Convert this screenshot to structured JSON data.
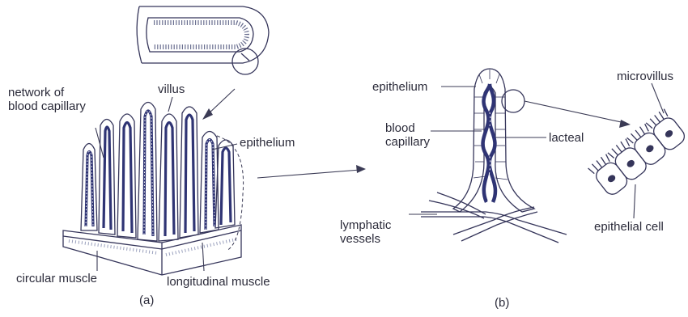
{
  "labels": {
    "network_of_blood_capillary": [
      "network of",
      "blood capillary"
    ],
    "villus": "villus",
    "epithelium_a": "epithelium",
    "circular_muscle": "circular muscle",
    "longitudinal_muscle": "longitudinal muscle",
    "caption_a": "(a)",
    "epithelium_b": "epithelium",
    "blood_capillary": [
      "blood",
      "capillary"
    ],
    "lacteal": "lacteal",
    "lymphatic_vessels": [
      "lymphatic",
      "vessels"
    ],
    "caption_b": "(b)",
    "microvillus": "microvillus",
    "epithelial_cell": "epithelial cell"
  },
  "colors": {
    "ink": "#35355a",
    "villus_fill": "#cfd6ea",
    "capillary": "#2f3474",
    "epithelium_fill": "#e4e8f3"
  }
}
